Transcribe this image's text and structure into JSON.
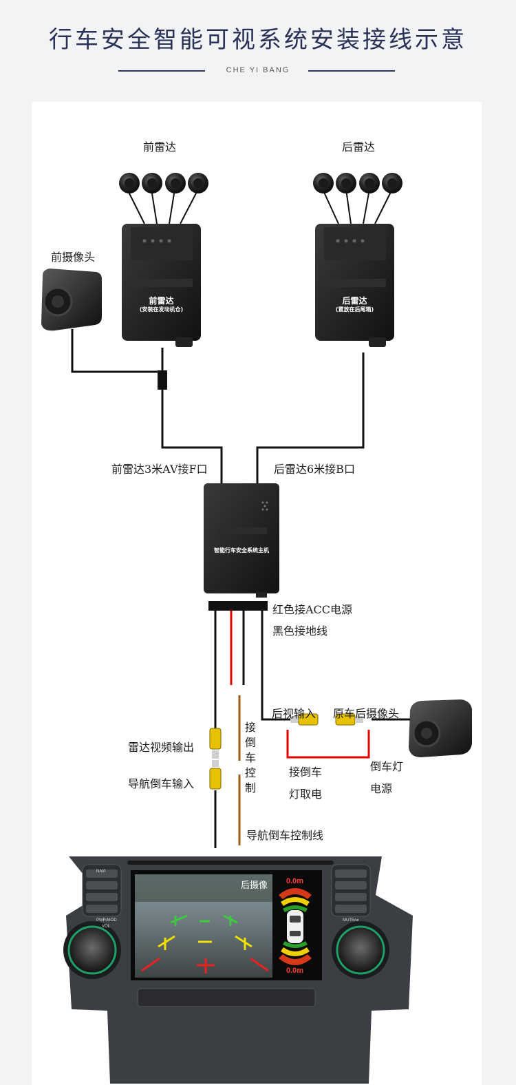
{
  "header": {
    "title": "行车安全智能可视系统安装接线示意",
    "subtitle": "CHE YI BANG"
  },
  "labels": {
    "front_radar": "前雷达",
    "rear_radar": "后雷达",
    "front_camera": "前摄像头",
    "front_radar_cable": "前雷达3米AV接F口",
    "rear_radar_cable": "后雷达6米接B口",
    "red_acc": "红色接ACC电源",
    "black_ground": "黑色接地线",
    "rear_view_input": "后视输入",
    "oem_rear_camera": "原车后摄像头",
    "reverse_light_tap_1": "接倒车",
    "reverse_light_tap_2": "灯取电",
    "reverse_light_power_1": "倒车灯",
    "reverse_light_power_2": "电源",
    "radar_video_out": "雷达视频输出",
    "nav_reverse_input": "导航倒车输入",
    "reverse_control_vertical": "接倒车控制",
    "nav_reverse_control_wire": "导航倒车控制线"
  },
  "modules": {
    "front_radar_box": {
      "name": "前雷达",
      "note": "(安装在发动机仓)"
    },
    "rear_radar_box": {
      "name": "后雷达",
      "note": "(置放在后尾箱)"
    },
    "host": {
      "name": "智能行车安全系统主机"
    }
  },
  "screen": {
    "rear_view_label": "后摄像",
    "distance_top": "0.0m",
    "distance_bottom": "0.0m",
    "left_buttons": [
      "NAVI",
      "PWR/MOD",
      "VOL"
    ],
    "right_buttons": [
      "MUTE/⏯"
    ]
  },
  "colors": {
    "title": "#2a3157",
    "wire_black": "#111111",
    "wire_red": "#e00000",
    "wire_brown": "#9a5a1a",
    "rca_yellow": "#e8c200"
  }
}
